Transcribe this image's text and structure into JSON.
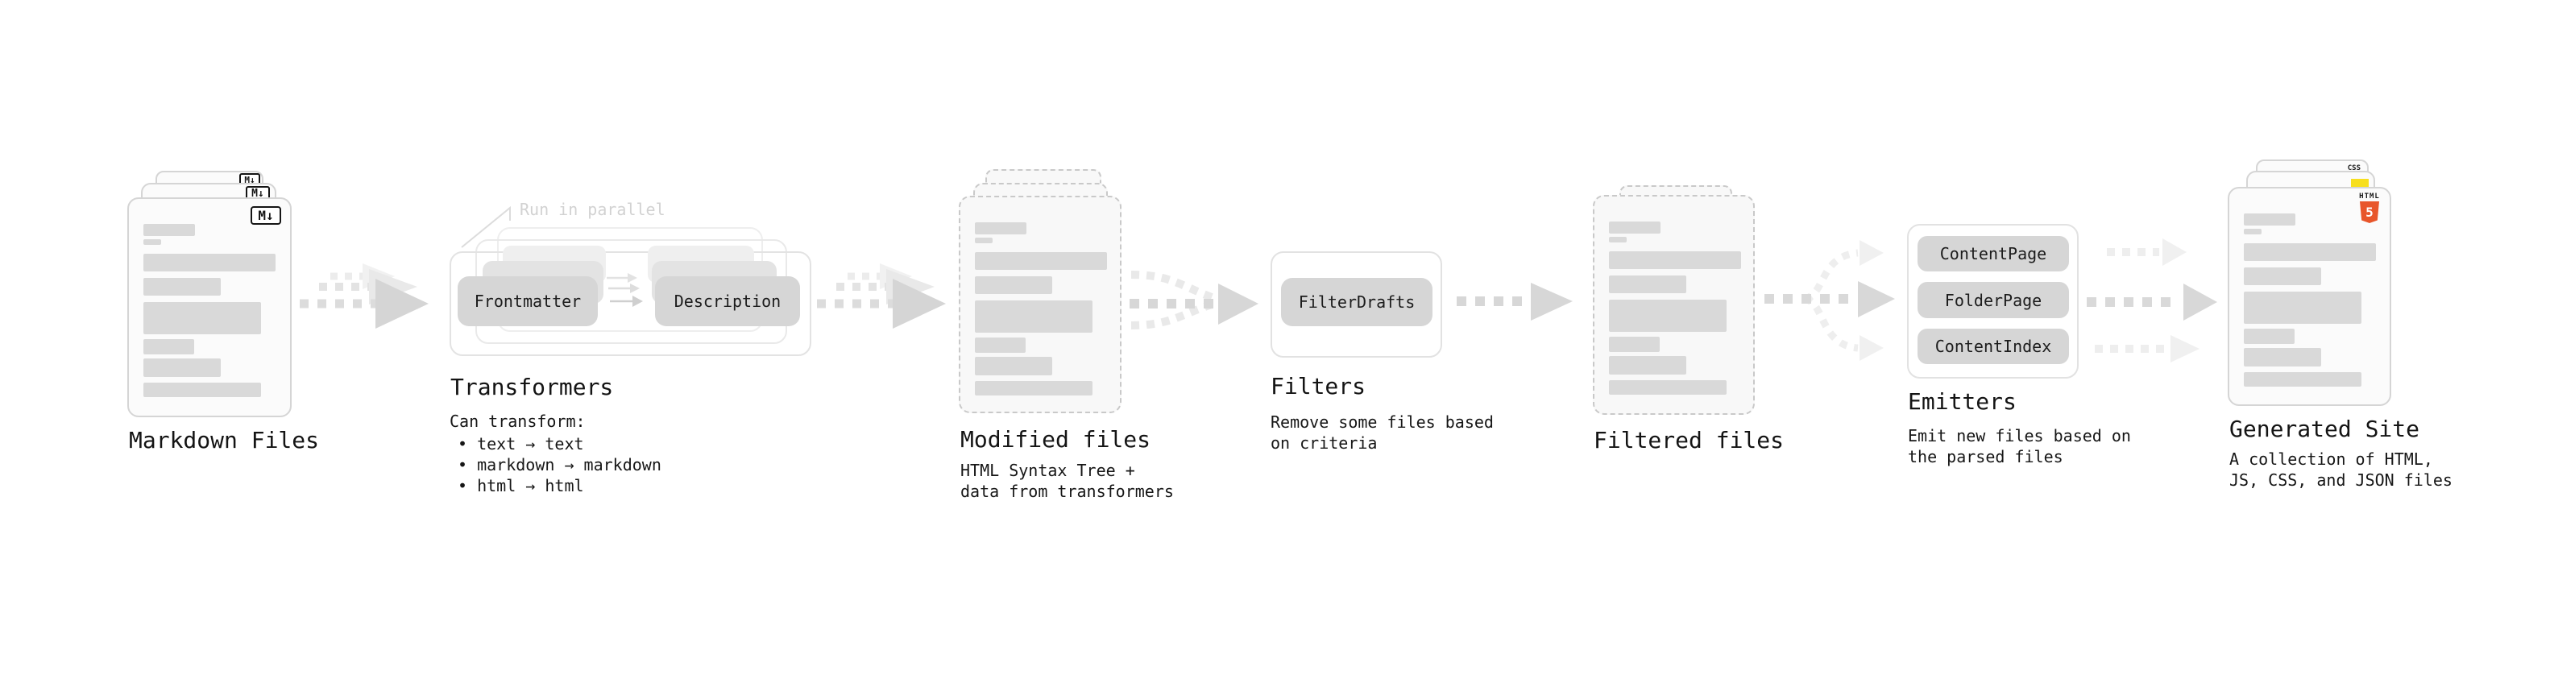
{
  "colors": {
    "html5_orange": "#e8562b",
    "js_yellow": "#f7df1e",
    "css_blue": "#2962f3",
    "bar_gray": "#d9d9d9",
    "pill_gray": "#d6d6d6",
    "arrow_dark": "#d7d7d7",
    "arrow_faint": "#eeeeee"
  },
  "markdown": {
    "label": "Markdown Files",
    "badge": "M↓"
  },
  "transformers": {
    "label": "Transformers",
    "note": "Run in parallel",
    "pills": [
      "Frontmatter",
      "Description"
    ],
    "description": "Can transform:",
    "bullets": "• text → text\n• markdown → markdown\n• html → html"
  },
  "modified": {
    "label": "Modified files",
    "description": "HTML Syntax Tree +\ndata from transformers"
  },
  "filters": {
    "label": "Filters",
    "pills": [
      "FilterDrafts"
    ],
    "description": "Remove some files based\non criteria"
  },
  "filtered": {
    "label": "Filtered files"
  },
  "emitters": {
    "label": "Emitters",
    "pills": [
      "ContentPage",
      "FolderPage",
      "ContentIndex"
    ],
    "description": "Emit new files based on\nthe parsed files"
  },
  "generated": {
    "label": "Generated Site",
    "description": "A collection of HTML,\nJS, CSS, and JSON files",
    "badges": {
      "html_word": "HTML",
      "html5_digit": "5",
      "css": "CSS"
    }
  }
}
